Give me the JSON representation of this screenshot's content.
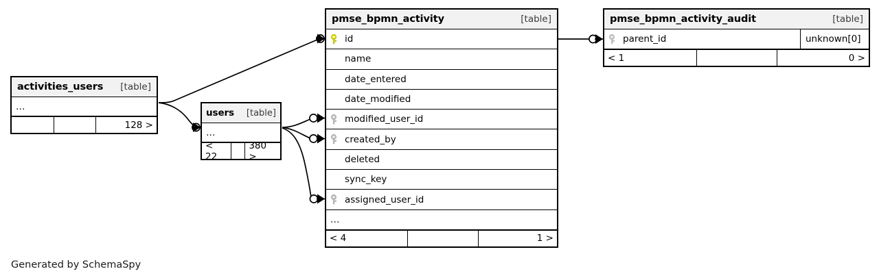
{
  "diagram": {
    "type": "entity-relationship-diagram",
    "generator_caption": "Generated by SchemaSpy",
    "table_tag": "[table]",
    "ellipsis": "…",
    "colors": {
      "primary_key": "#e8e80c",
      "foreign_key": "#b8b8b8",
      "header_background": "#f2f2f2",
      "border": "#000000",
      "background": "#ffffff"
    }
  },
  "tables": [
    {
      "id": "activities_users",
      "name": "activities_users",
      "tag": "[table]",
      "rows": [
        {
          "name": "…",
          "key": "none",
          "is_ellipsis": true
        }
      ],
      "footer": {
        "left": "",
        "mid": "",
        "right": "128 >"
      }
    },
    {
      "id": "users",
      "name": "users",
      "tag": "[table]",
      "rows": [
        {
          "name": "…",
          "key": "none",
          "is_ellipsis": true
        }
      ],
      "footer": {
        "left": "< 22",
        "mid": "",
        "right": "380 >"
      }
    },
    {
      "id": "pmse_bpmn_activity",
      "name": "pmse_bpmn_activity",
      "tag": "[table]",
      "rows": [
        {
          "name": "id",
          "key": "primary",
          "is_ellipsis": false
        },
        {
          "name": "name",
          "key": "none",
          "is_ellipsis": false
        },
        {
          "name": "date_entered",
          "key": "none",
          "is_ellipsis": false
        },
        {
          "name": "date_modified",
          "key": "none",
          "is_ellipsis": false
        },
        {
          "name": "modified_user_id",
          "key": "foreign",
          "is_ellipsis": false
        },
        {
          "name": "created_by",
          "key": "foreign",
          "is_ellipsis": false
        },
        {
          "name": "deleted",
          "key": "none",
          "is_ellipsis": false
        },
        {
          "name": "sync_key",
          "key": "none",
          "is_ellipsis": false
        },
        {
          "name": "assigned_user_id",
          "key": "foreign",
          "is_ellipsis": false
        },
        {
          "name": "…",
          "key": "none",
          "is_ellipsis": true
        }
      ],
      "footer": {
        "left": "< 4",
        "mid": "",
        "right": "1 >"
      }
    },
    {
      "id": "pmse_bpmn_activity_audit",
      "name": "pmse_bpmn_activity_audit",
      "tag": "[table]",
      "rows": [
        {
          "name": "parent_id",
          "key": "foreign",
          "type": "unknown[0]",
          "is_ellipsis": false
        }
      ],
      "footer": {
        "left": "< 1",
        "mid": "",
        "right": "0 >"
      }
    }
  ],
  "relationships": [
    {
      "from": "activities_users",
      "to": "pmse_bpmn_activity.id",
      "notation": "crows-foot-optional"
    },
    {
      "from": "activities_users",
      "to": "users",
      "notation": "crows-foot-optional"
    },
    {
      "from": "users",
      "to": "pmse_bpmn_activity.modified_user_id",
      "notation": "crows-foot-optional"
    },
    {
      "from": "users",
      "to": "pmse_bpmn_activity.created_by",
      "notation": "crows-foot-optional"
    },
    {
      "from": "users",
      "to": "pmse_bpmn_activity.assigned_user_id",
      "notation": "crows-foot-optional"
    },
    {
      "from": "pmse_bpmn_activity.id",
      "to": "pmse_bpmn_activity_audit.parent_id",
      "notation": "crows-foot-optional"
    }
  ]
}
